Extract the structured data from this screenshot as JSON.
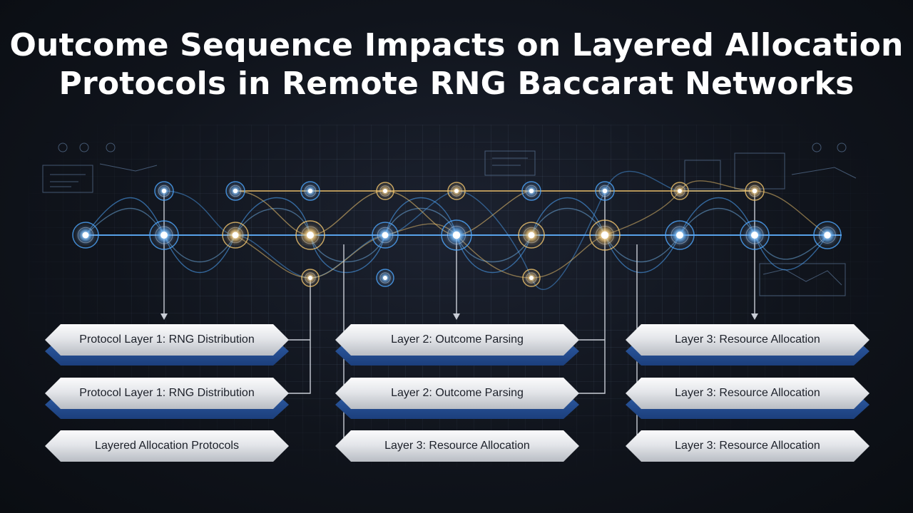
{
  "title": {
    "line1": "Outcome Sequence Impacts on Layered Allocation",
    "line2": "Protocols in Remote RNG Baccarat Networks"
  },
  "colors": {
    "blue_node": "#4fa8ff",
    "gold_node": "#f3c770",
    "connector": "#c9cdd6",
    "card_base": "#2a55a0"
  },
  "columns": {
    "left": [
      {
        "label": "Protocol Layer 1: RNG Distribution"
      },
      {
        "label": "Protocol Layer 1: RNG Distribution"
      },
      {
        "label": "Layered Allocation Protocols"
      }
    ],
    "center": [
      {
        "label": "Layer 2: Outcome Parsing"
      },
      {
        "label": "Layer 2: Outcome Parsing"
      },
      {
        "label": "Layer 3: Resource Allocation"
      }
    ],
    "right": [
      {
        "label": "Layer 3: Resource Allocation"
      },
      {
        "label": "Layer 3: Resource Allocation"
      },
      {
        "label": "Layer 3: Resource Allocation"
      }
    ]
  },
  "network": {
    "nodes": [
      {
        "id": "t1",
        "tone": "blue"
      },
      {
        "id": "t2",
        "tone": "blue"
      },
      {
        "id": "t3",
        "tone": "blue"
      },
      {
        "id": "t4",
        "tone": "gold"
      },
      {
        "id": "t5",
        "tone": "gold"
      },
      {
        "id": "t6",
        "tone": "blue"
      },
      {
        "id": "t7",
        "tone": "blue"
      },
      {
        "id": "t8",
        "tone": "gold"
      },
      {
        "id": "t9",
        "tone": "gold"
      },
      {
        "id": "m1",
        "tone": "blue"
      },
      {
        "id": "m2",
        "tone": "blue"
      },
      {
        "id": "m3",
        "tone": "gold"
      },
      {
        "id": "m4",
        "tone": "gold"
      },
      {
        "id": "m5",
        "tone": "blue"
      },
      {
        "id": "m6",
        "tone": "blue"
      },
      {
        "id": "m7",
        "tone": "gold"
      },
      {
        "id": "m8",
        "tone": "gold"
      },
      {
        "id": "m9",
        "tone": "blue"
      },
      {
        "id": "m10",
        "tone": "blue"
      },
      {
        "id": "m11",
        "tone": "blue"
      },
      {
        "id": "b1",
        "tone": "gold"
      },
      {
        "id": "b2",
        "tone": "blue"
      },
      {
        "id": "b3",
        "tone": "gold"
      }
    ]
  }
}
